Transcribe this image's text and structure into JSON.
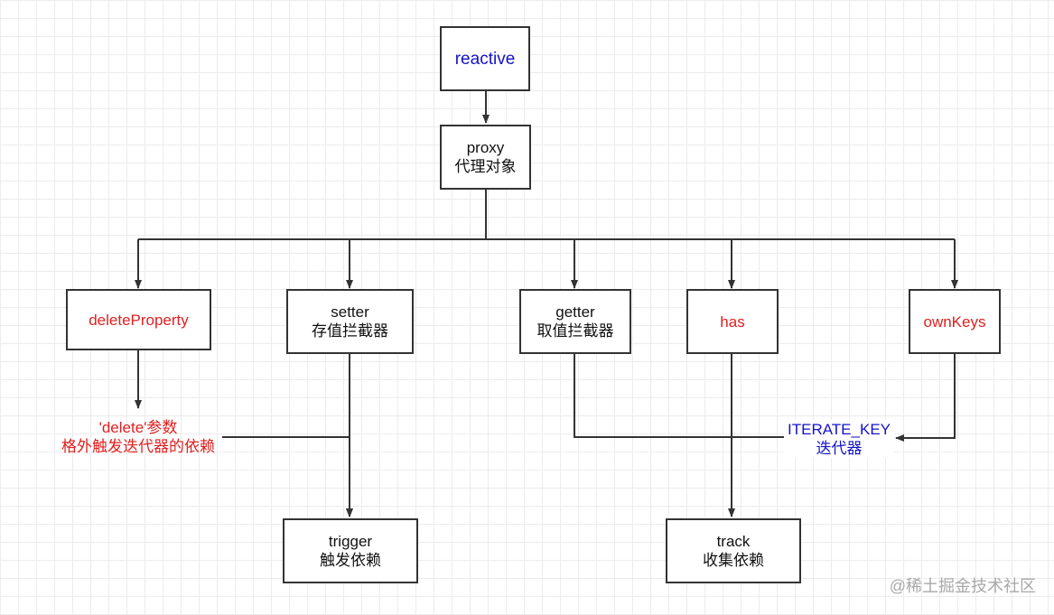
{
  "colors": {
    "line": "#333333",
    "blue": "#1313c8",
    "red": "#e02020",
    "grid": "#ececec"
  },
  "nodes": {
    "reactive": {
      "line1": "reactive"
    },
    "proxy": {
      "line1": "proxy",
      "line2": "代理对象"
    },
    "deleteProperty": {
      "line1": "deleteProperty"
    },
    "setter": {
      "line1": "setter",
      "line2": "存值拦截器"
    },
    "getter": {
      "line1": "getter",
      "line2": "取值拦截器"
    },
    "has": {
      "line1": "has"
    },
    "ownKeys": {
      "line1": "ownKeys"
    },
    "trigger": {
      "line1": "trigger",
      "line2": "触发依赖"
    },
    "track": {
      "line1": "track",
      "line2": "收集依赖"
    }
  },
  "labels": {
    "delete_param": {
      "line1": "'delete'参数",
      "line2": "格外触发迭代器的依赖"
    },
    "iterate_key": {
      "line1": "ITERATE_KEY",
      "line2": "迭代器"
    }
  },
  "watermark": "@稀土掘金技术社区"
}
